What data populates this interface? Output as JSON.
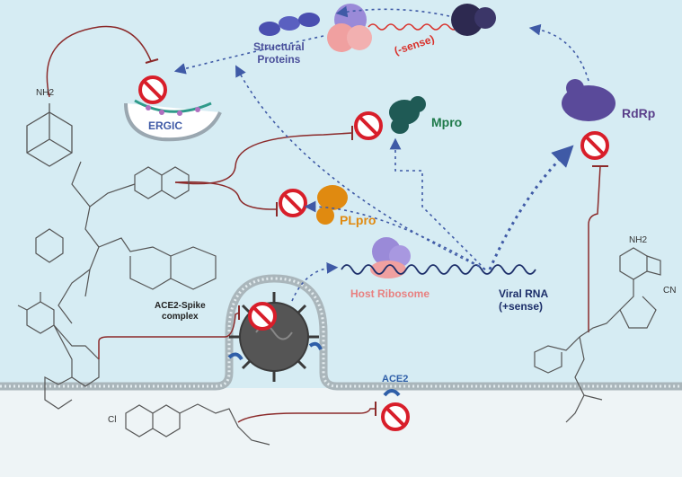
{
  "labels": {
    "structural_proteins_line1": "Structural",
    "structural_proteins_line2": "Proteins",
    "minus_sense": "(-sense)",
    "ergic": "ERGIC",
    "mpro": "Mpro",
    "plpro": "PLpro",
    "rdrp": "RdRp",
    "host_ribosome": "Host Ribosome",
    "viral_rna_line1": "Viral RNA",
    "viral_rna_line2": "(+sense)",
    "ace2_spike_line1": "ACE2-Spike",
    "ace2_spike_line2": "complex",
    "ace2": "ACE2",
    "nh2_amantadine": "NH2",
    "nh2_remdesivir": "NH2",
    "cl": "Cl",
    "cn": "CN"
  },
  "colors": {
    "background_cell": "#d6ecf3",
    "extracellular": "#eef4f6",
    "membrane": "#b9c3c7",
    "inhibit_line": "#8b2a2a",
    "arrow_blue": "#3f5aa6",
    "structural_text": "#4a4f9a",
    "rdrp_text": "#5a3f8a",
    "mpro_text": "#1f7a4a",
    "plpro_text": "#e08a10",
    "ribosome_text": "#e88080",
    "minus_sense_text": "#d9302a",
    "viral_rna_text": "#1d2f6a",
    "ace2_text": "#2f5fa8",
    "no_symbol": "#d81e2a"
  },
  "icons": [
    "no-symbol-icon",
    "ribosome-icon",
    "rdrp-blob-icon",
    "mpro-blob-icon",
    "plpro-blob-icon",
    "coronavirus-icon",
    "ace2-receptor-icon"
  ]
}
